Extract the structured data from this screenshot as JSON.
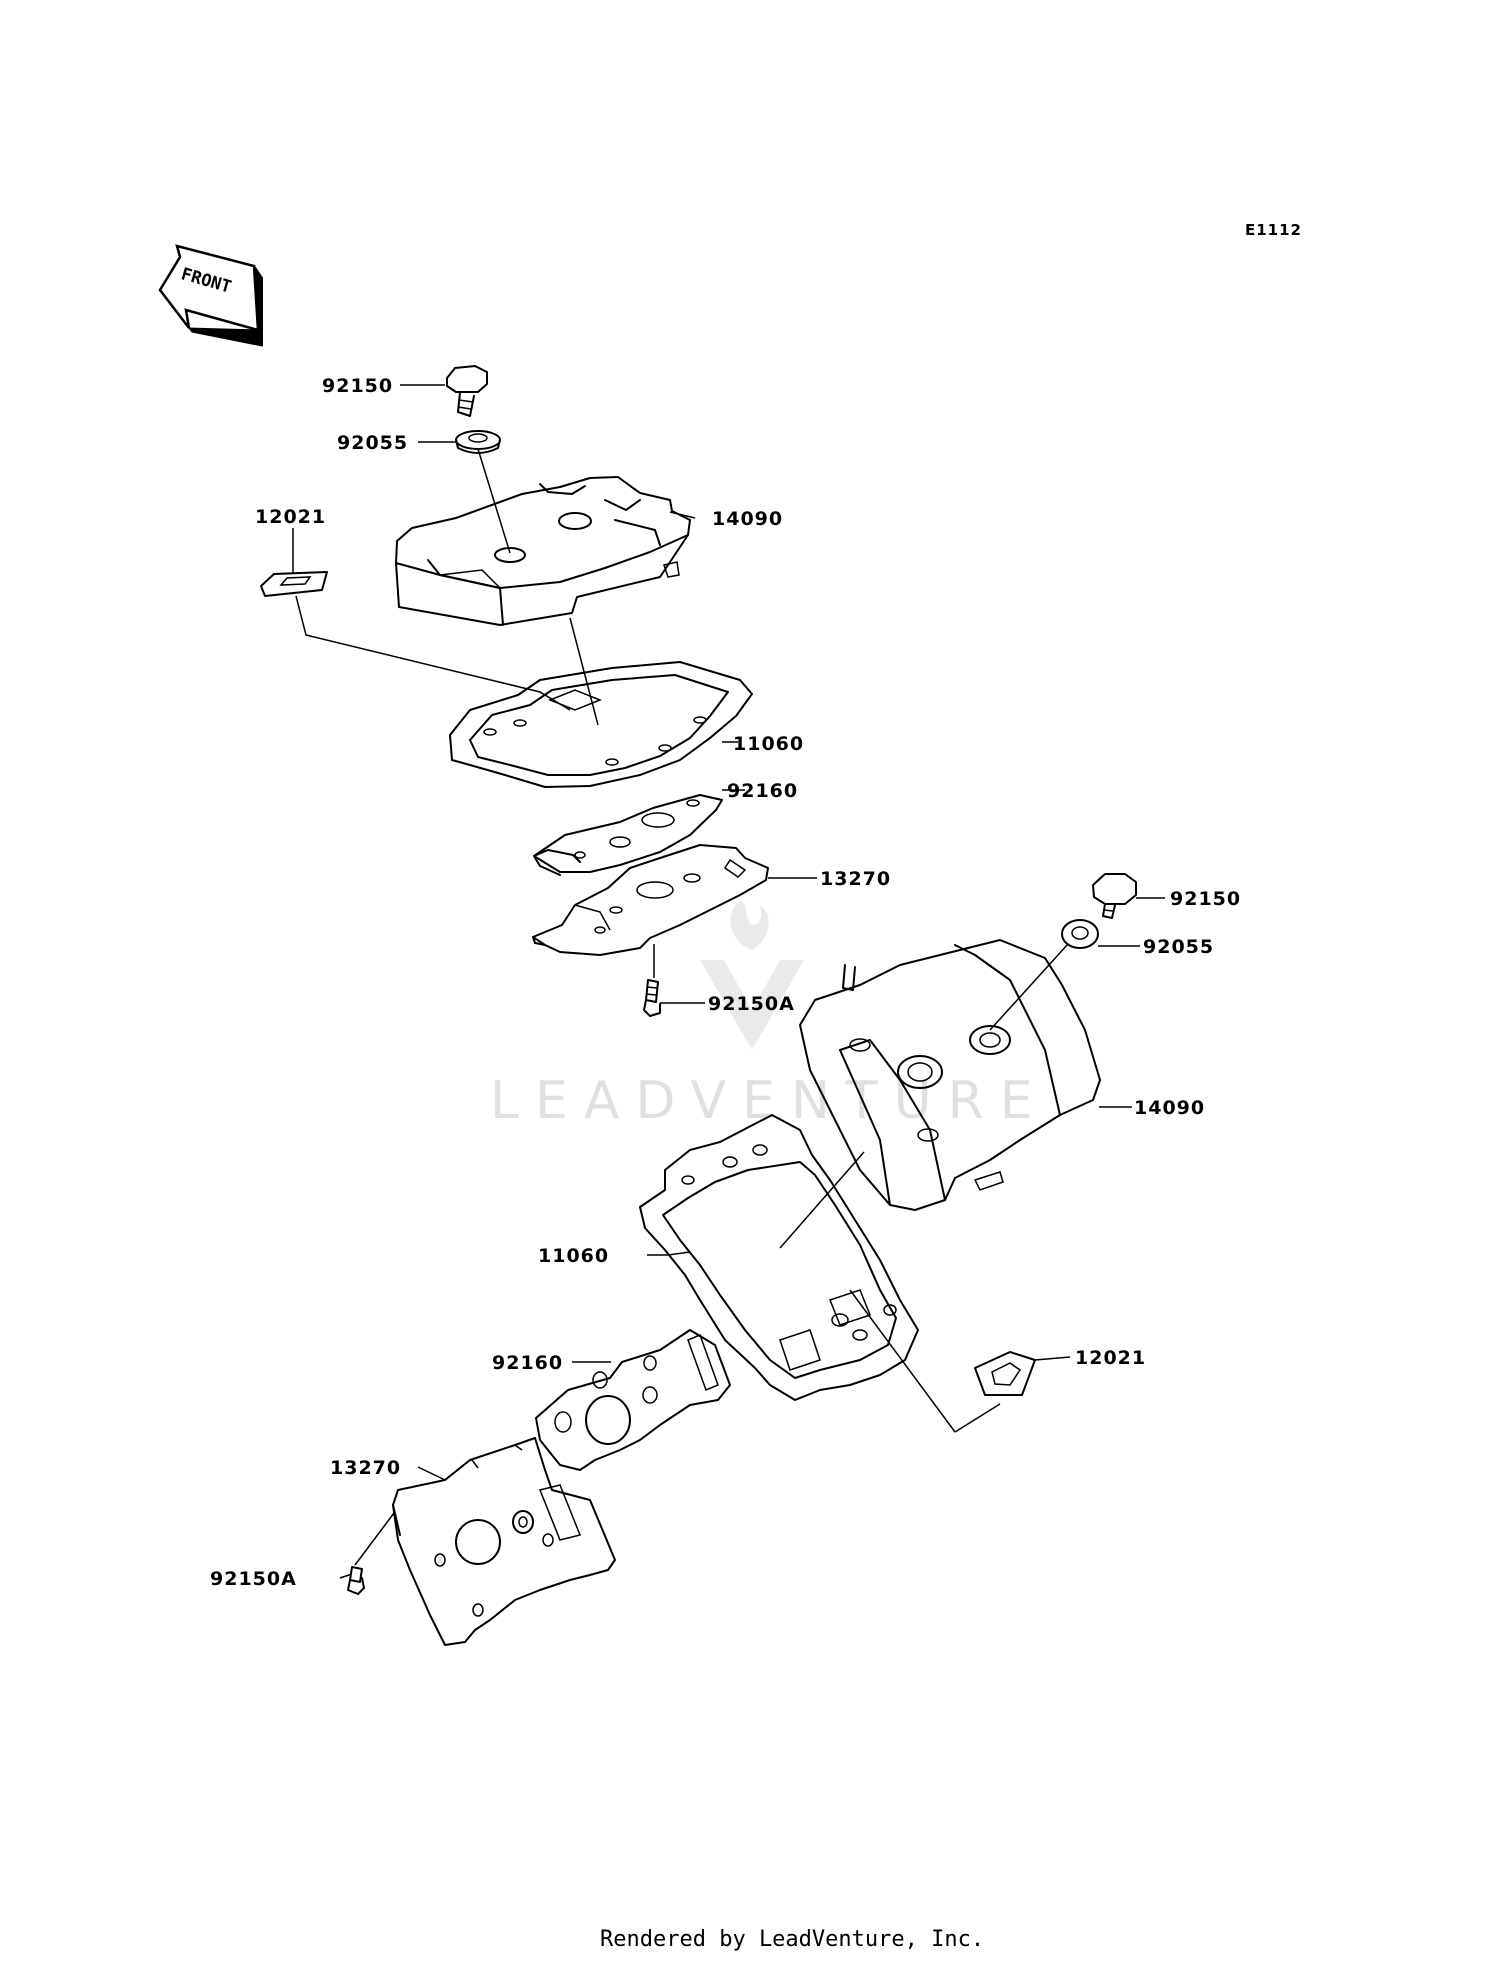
{
  "diagram_code": "E1112",
  "front_label": "FRONT",
  "watermark": "LEADVENTURE",
  "footer": "Rendered by LeadVenture, Inc.",
  "callouts": {
    "bolt_top_left": "92150",
    "washer_top_left": "92055",
    "cover_top_left": "14090",
    "cap_top_left": "12021",
    "gasket_top_left": "11060",
    "plate_gasket_top_left": "92160",
    "plate_top_left": "13270",
    "screw_top_left": "92150A",
    "bolt_right": "92150",
    "washer_right": "92055",
    "cover_right": "14090",
    "gasket_bottom": "11060",
    "cap_bottom": "12021",
    "plate_gasket_bottom": "92160",
    "plate_bottom": "13270",
    "screw_bottom": "92150A"
  }
}
